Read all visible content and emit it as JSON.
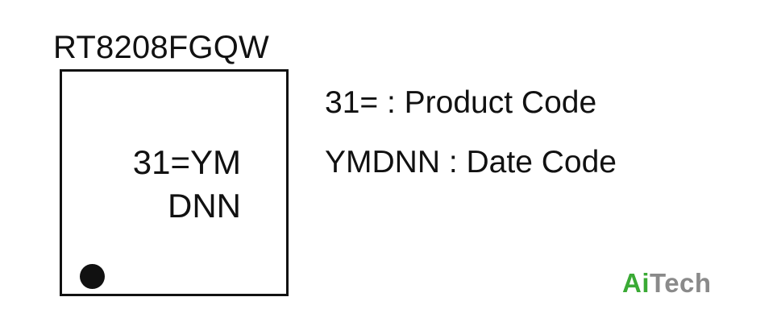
{
  "part_number": "RT8208FGQW",
  "chip": {
    "marking_line1": "31=YM",
    "marking_line2": "DNN",
    "pin1_marker": "dot"
  },
  "legend": [
    {
      "code": "31=",
      "separator": " : ",
      "description": "Product Code"
    },
    {
      "code": "YMDNN",
      "separator": " : ",
      "description": "Date Code"
    }
  ],
  "watermark": {
    "part1": "Ai",
    "part2": "Tech",
    "color1": "#3aaa35",
    "color2": "#8a8a8a"
  }
}
